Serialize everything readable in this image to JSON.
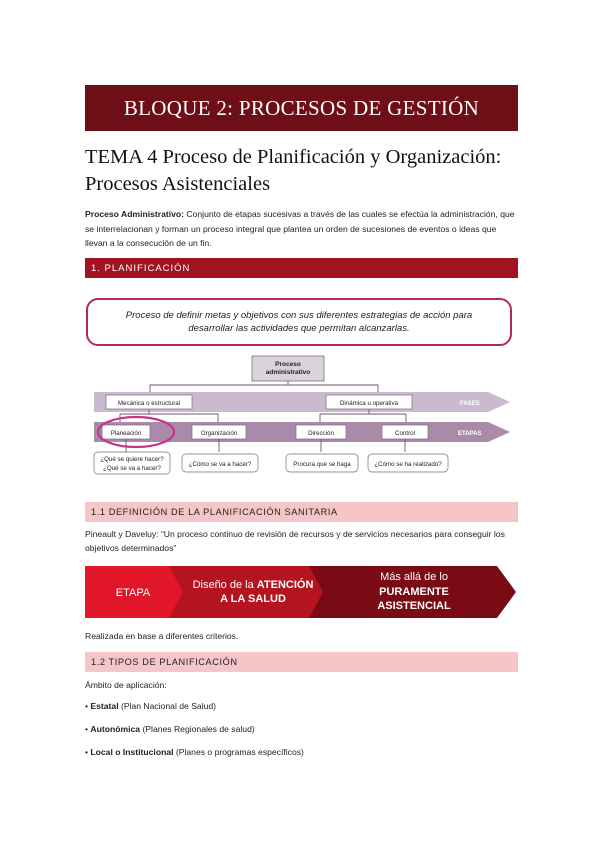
{
  "header": {
    "block_title": "BLOQUE 2: PROCESOS DE GESTIÓN"
  },
  "tema": {
    "title_line1": "TEMA 4 Proceso de Planificación y Organización:",
    "title_line2": "Procesos Asistenciales"
  },
  "intro": {
    "term": "Proceso Administrativo:",
    "definition": " Conjunto de etapas sucesivas a través de las cuales se efectúa la administración, que se interrelacionan y forman un proceso integral que plantea un orden de sucesiones de eventos o ideas que llevan a la consecución de un fin."
  },
  "section1": {
    "title": "1. PLANIFICACIÓN"
  },
  "quote": {
    "text": "Proceso de definir metas y objetivos con sus diferentes estrategias de acción para desarrollar las actividades que permitan alcanzarlas."
  },
  "diagram": {
    "root": [
      "Proceso",
      "administrativo"
    ],
    "fases_label": "FASES",
    "etapas_label": "ETAPAS",
    "fase_left": "Mecánica o estructural",
    "fase_right": "Dinámica u operativa",
    "etapas": [
      "Planeación",
      "Organización",
      "Dirección",
      "Control"
    ],
    "questions": [
      [
        "¿Qué se quiere hacer?",
        "¿Qué se va a hacer?"
      ],
      [
        "¿Cómo se va a hacer?"
      ],
      [
        "Procura que se haga"
      ],
      [
        "¿Cómo se ha realizado?"
      ]
    ]
  },
  "section1_1": {
    "title": "1.1 DEFINICIÓN DE LA PLANIFICACIÓN SANITARIA",
    "text": "Pineault y Daveluy: “Un proceso continuo de revisión de recursos y de servicios necesarios para conseguir los objetivos determinados”"
  },
  "arrows": {
    "etapa": "ETAPA",
    "second_normal": "Diseño de la ",
    "second_bold1": "ATENCIÓN",
    "second_bold2": "A LA SALUD",
    "third_line1": "Más allá de lo",
    "third_bold1": "PURAMENTE",
    "third_bold2": "ASISTENCIAL"
  },
  "criterios": {
    "text": "Realizada en base a diferentes criterios."
  },
  "section1_2": {
    "title": "1.2 TIPOS DE PLANIFICACIÓN",
    "ambito": "Ámbito de aplicación:",
    "items": [
      {
        "bullet": "• ",
        "bold": "Estatal",
        "rest": " (Plan Nacional de Salud)"
      },
      {
        "bullet": "• ",
        "bold": "Autonómica",
        "rest": " (Planes Regionales de salud)"
      },
      {
        "bullet": "• ",
        "bold": "Local o Institucional",
        "rest": " (Planes o programas específicos)"
      }
    ]
  },
  "colors": {
    "header_bg": "#6e0f17",
    "section_bar": "#a21321",
    "subsection_bar": "#f6c5c8",
    "arrow1": "#e0162b",
    "arrow2": "#b5131f",
    "arrow3": "#7a0b14",
    "highlight_circle": "#c9318a"
  }
}
